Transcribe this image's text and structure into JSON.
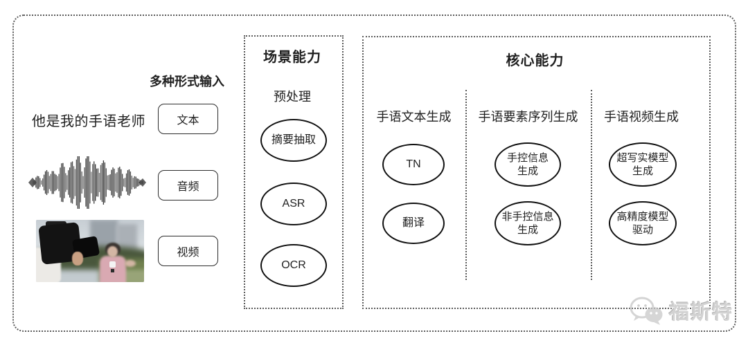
{
  "input_section": {
    "label": "多种形式输入",
    "rows": [
      {
        "example_text": "他是我的手语老师",
        "type_label": "文本",
        "example_kind": "text-sentence"
      },
      {
        "example_kind": "audio-waveform",
        "type_label": "音频"
      },
      {
        "example_kind": "video-thumbnail",
        "type_label": "视频"
      }
    ]
  },
  "scene_section": {
    "title": "场景能力",
    "subtitle": "预处理",
    "nodes": [
      "摘要抽取",
      "ASR",
      "OCR"
    ]
  },
  "core_section": {
    "title": "核心能力",
    "columns": [
      {
        "header": "手语文本生成",
        "nodes": [
          "TN",
          "翻译"
        ]
      },
      {
        "header": "手语要素序列生成",
        "nodes": [
          "手控信息\n生成",
          "非手控信息\n生成"
        ]
      },
      {
        "header": "手语视频生成",
        "nodes": [
          "超写实模型\n生成",
          "高精度模型\n驱动"
        ]
      }
    ]
  },
  "watermark": {
    "text": "福斯特",
    "logo": "wechat-icon"
  },
  "colors": {
    "line": "#5a5a5a",
    "ink": "#1f1f1f",
    "node_border": "#101010",
    "watermark_gray": "#d2d2d2"
  }
}
